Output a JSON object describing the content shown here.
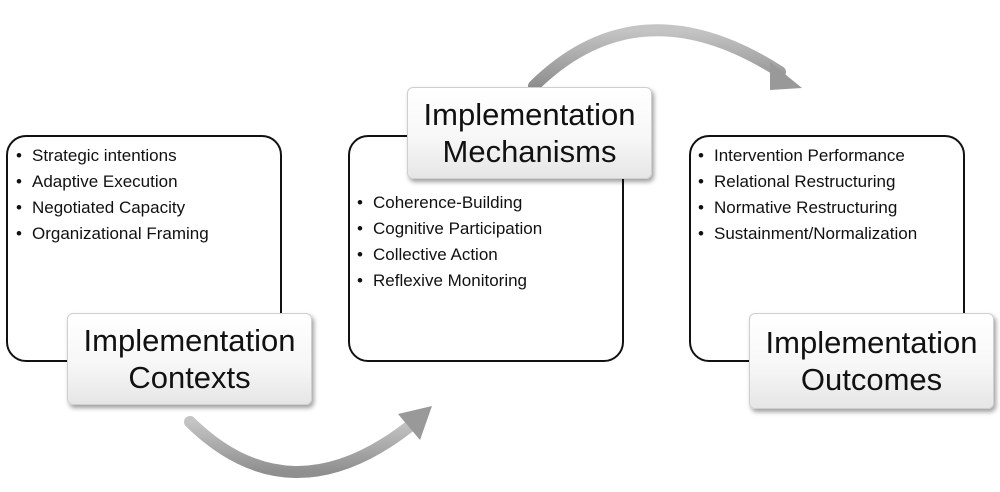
{
  "stages": [
    {
      "id": "contexts",
      "title_line1": "Implementation",
      "title_line2": "Contexts",
      "items": [
        "Strategic intentions",
        "Adaptive Execution",
        "Negotiated Capacity",
        "Organizational Framing"
      ]
    },
    {
      "id": "mechanisms",
      "title_line1": "Implementation",
      "title_line2": "Mechanisms",
      "items": [
        "Coherence-Building",
        "Cognitive Participation",
        "Collective Action",
        "Reflexive Monitoring"
      ]
    },
    {
      "id": "outcomes",
      "title_line1": "Implementation",
      "title_line2": "Outcomes",
      "items": [
        "Intervention Performance",
        "Relational Restructuring",
        "Normative Restructuring",
        "Sustainment/Normalization"
      ]
    }
  ],
  "colors": {
    "arrow": "#a6a6a6",
    "border": "#111111"
  },
  "icons": [
    "curved-arrow-icon"
  ]
}
